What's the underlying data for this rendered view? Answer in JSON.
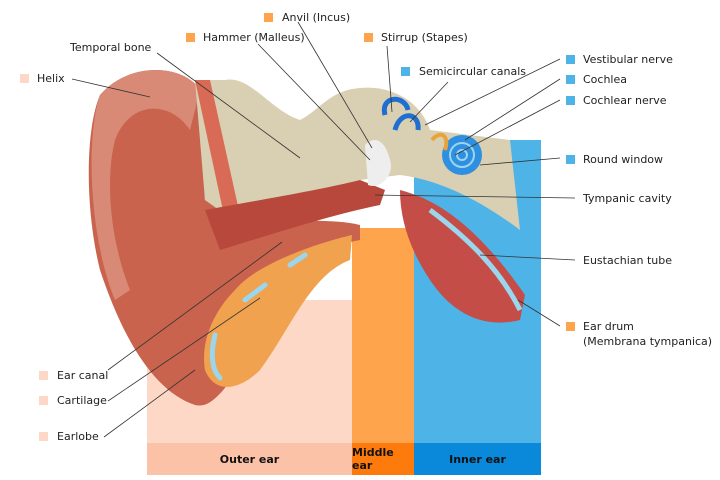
{
  "colors": {
    "outer": "#fdd8c6",
    "outer_bar": "#fcc2a8",
    "middle": "#fda44c",
    "middle_bar": "#fd7a0c",
    "inner": "#4eb3e7",
    "inner_bar": "#0a88da"
  },
  "labels": {
    "anvil": "Anvil (Incus)",
    "hammer": "Hammer (Malleus)",
    "stirrup": "Stirrup (Stapes)",
    "temporal_bone": "Temporal bone",
    "helix": "Helix",
    "semicircular_canals": "Semicircular canals",
    "vestibular_nerve": "Vestibular nerve",
    "cochlea": "Cochlea",
    "cochlear_nerve": "Cochlear nerve",
    "round_window": "Round window",
    "tympanic_cavity": "Tympanic cavity",
    "eustachian_tube": "Eustachian tube",
    "ear_drum": "Ear drum",
    "ear_drum_sub": "(Membrana tympanica)",
    "ear_canal": "Ear canal",
    "cartilage": "Cartilage",
    "earlobe": "Earlobe"
  },
  "sections": {
    "outer": "Outer ear",
    "middle": "Middle ear",
    "inner": "Inner ear"
  }
}
